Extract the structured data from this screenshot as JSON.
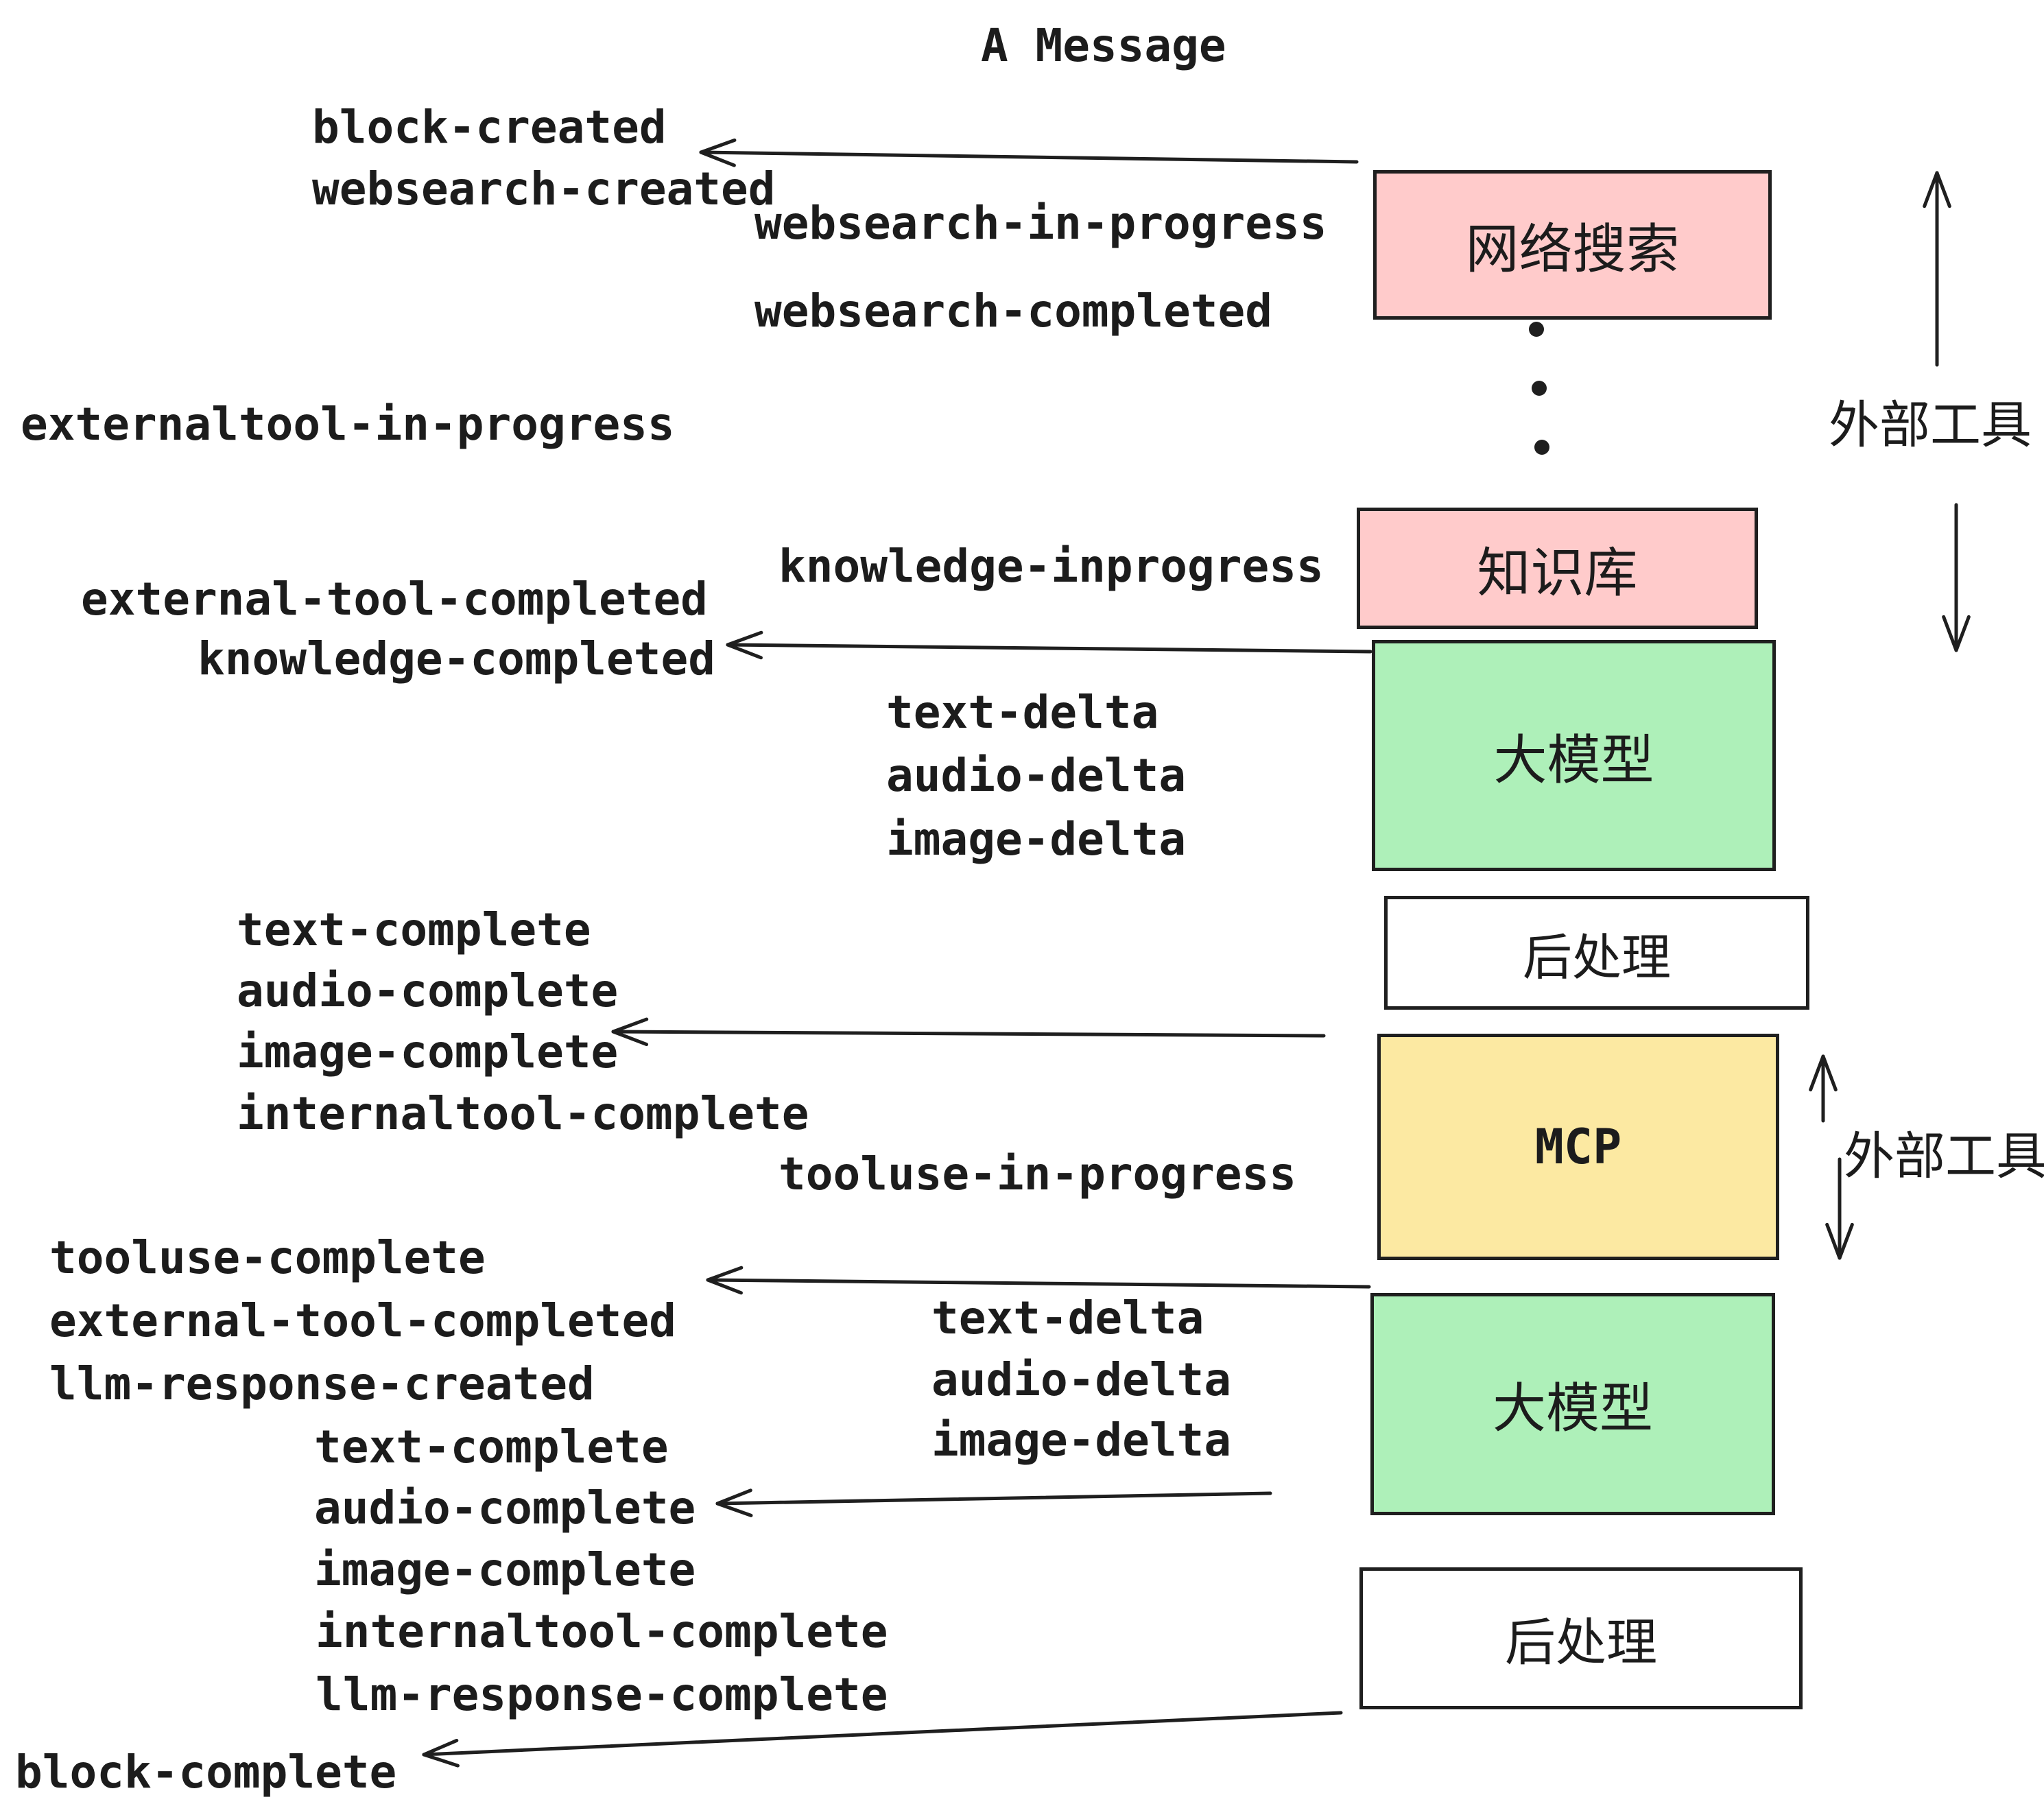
{
  "title": "A Message",
  "events": [
    {
      "id": "block-created",
      "text": "block-created"
    },
    {
      "id": "websearch-created",
      "text": "websearch-created"
    },
    {
      "id": "websearch-in-progress",
      "text": "websearch-in-progress"
    },
    {
      "id": "websearch-completed",
      "text": "websearch-completed"
    },
    {
      "id": "externaltool-in-progress",
      "text": "externaltool-in-progress"
    },
    {
      "id": "knowledge-inprogress",
      "text": "knowledge-inprogress"
    },
    {
      "id": "external-tool-completed-1",
      "text": "external-tool-completed"
    },
    {
      "id": "knowledge-completed",
      "text": "knowledge-completed"
    },
    {
      "id": "text-delta-1",
      "text": "text-delta"
    },
    {
      "id": "audio-delta-1",
      "text": "audio-delta"
    },
    {
      "id": "image-delta-1",
      "text": "image-delta"
    },
    {
      "id": "text-complete-1",
      "text": "text-complete"
    },
    {
      "id": "audio-complete-1",
      "text": "audio-complete"
    },
    {
      "id": "image-complete-1",
      "text": "image-complete"
    },
    {
      "id": "internaltool-complete-1",
      "text": "internaltool-complete"
    },
    {
      "id": "tooluse-in-progress",
      "text": "tooluse-in-progress"
    },
    {
      "id": "tooluse-complete",
      "text": "tooluse-complete"
    },
    {
      "id": "external-tool-completed-2",
      "text": "external-tool-completed"
    },
    {
      "id": "llm-response-created",
      "text": "llm-response-created"
    },
    {
      "id": "text-delta-2",
      "text": "text-delta"
    },
    {
      "id": "audio-delta-2",
      "text": "audio-delta"
    },
    {
      "id": "image-delta-2",
      "text": "image-delta"
    },
    {
      "id": "text-complete-2",
      "text": "text-complete"
    },
    {
      "id": "audio-complete-2",
      "text": "audio-complete"
    },
    {
      "id": "image-complete-2",
      "text": "image-complete"
    },
    {
      "id": "internaltool-complete-2",
      "text": "internaltool-complete"
    },
    {
      "id": "llm-response-complete",
      "text": "llm-response-complete"
    },
    {
      "id": "block-complete",
      "text": "block-complete"
    }
  ],
  "boxes": [
    {
      "id": "websearch",
      "label": "网络搜索",
      "fill": "#ffcbcb",
      "mono": false
    },
    {
      "id": "knowledge",
      "label": "知识库",
      "fill": "#ffcbcb",
      "mono": false
    },
    {
      "id": "llm-1",
      "label": "大模型",
      "fill": "#aef0b9",
      "mono": false
    },
    {
      "id": "post-1",
      "label": "后处理",
      "fill": "#ffffff",
      "mono": false
    },
    {
      "id": "mcp",
      "label": "MCP",
      "fill": "#fce9a2",
      "mono": true
    },
    {
      "id": "llm-2",
      "label": "大模型",
      "fill": "#aef0b9",
      "mono": false
    },
    {
      "id": "post-2",
      "label": "后处理",
      "fill": "#ffffff",
      "mono": false
    }
  ],
  "side_labels": [
    {
      "id": "external-tools-1",
      "text": "外部工具"
    },
    {
      "id": "external-tools-2",
      "text": "外部工具"
    }
  ],
  "colors": {
    "ink": "#1f1f1f",
    "pink": "#ffcbcb",
    "green": "#aef0b9",
    "yellow": "#fce9a2",
    "white": "#ffffff"
  }
}
